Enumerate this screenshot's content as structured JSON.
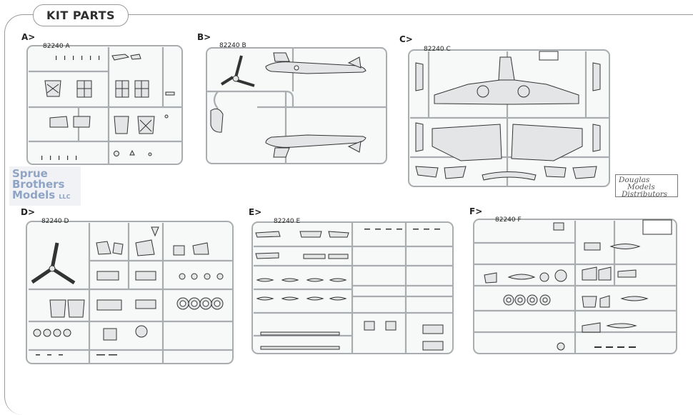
{
  "page": {
    "title": "KIT PARTS"
  },
  "sprues": [
    {
      "letter": "A>",
      "code": "82240 A"
    },
    {
      "letter": "B>",
      "code": "82240 B"
    },
    {
      "letter": "C>",
      "code": "82240 C"
    },
    {
      "letter": "D>",
      "code": "82240 D"
    },
    {
      "letter": "E>",
      "code": "82240 E"
    },
    {
      "letter": "F>",
      "code": "82240 F"
    }
  ],
  "watermark": {
    "line1": "Sprue",
    "line2": "Brothers",
    "line3": "Models",
    "suffix": "LLC"
  },
  "distributor": {
    "line1": "Douglas",
    "line2": "Models",
    "line3": "Distributors"
  },
  "colors": {
    "sprue_frame": "#a9adaf",
    "sprue_fill": "#f7f8f8",
    "watermark": "#8fa4c4"
  }
}
